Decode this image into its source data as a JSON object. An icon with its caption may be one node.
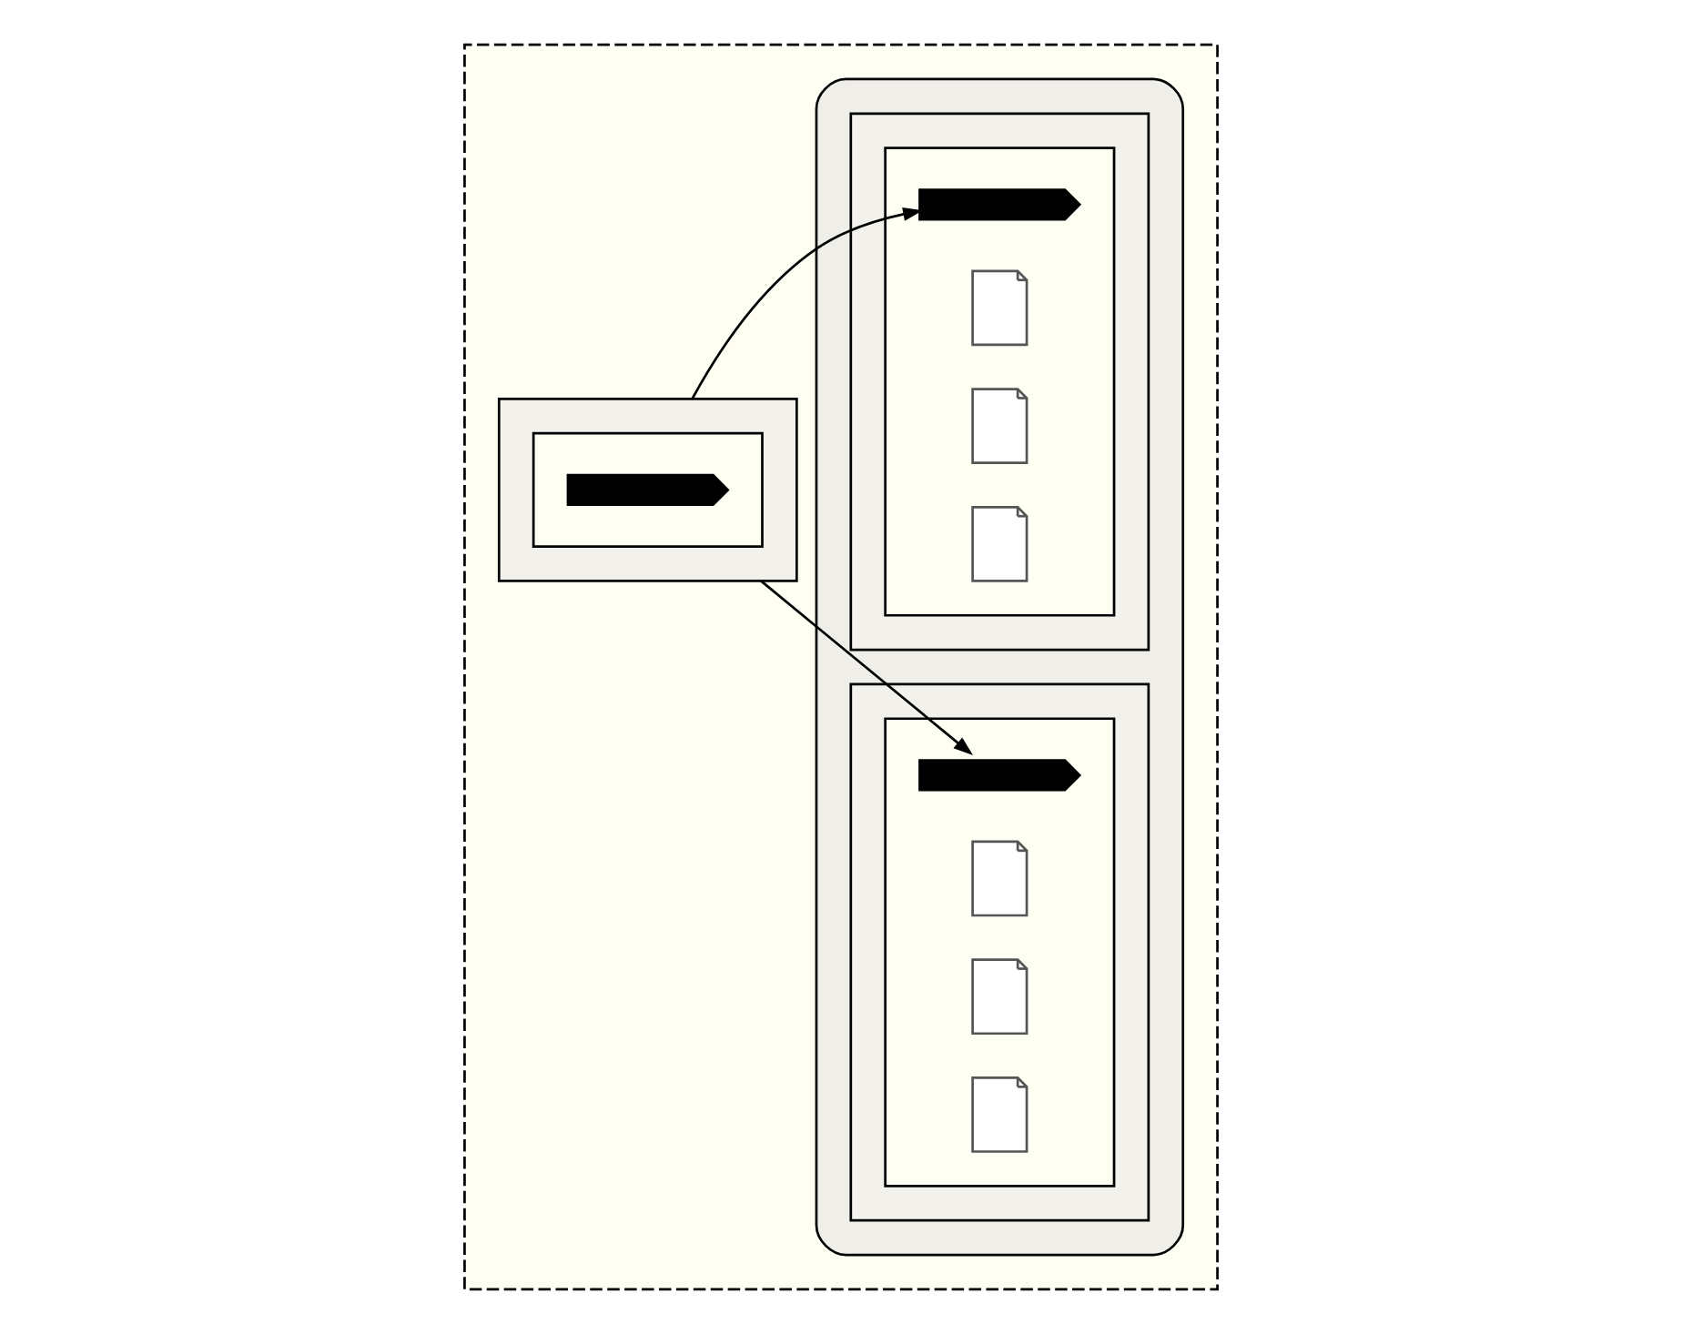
{
  "diagram": {
    "nodes": [
      {
        "text": [],
        "shape": "box"
      },
      {
        "text": [],
        "shape": "box",
        "in": 0
      },
      {
        "text": [],
        "shape": "box",
        "in": 1
      },
      {
        "text": [],
        "shape": "key",
        "in": 2
      },
      {
        "text": [],
        "shape": "cylinder",
        "in": 0
      },
      {
        "text": [],
        "shape": "box",
        "in": 4
      },
      {
        "text": [],
        "shape": "box",
        "in": 5
      },
      {
        "text": [],
        "shape": "key",
        "in": 6
      },
      {
        "text": [],
        "shape": "document",
        "in": 6
      },
      {
        "text": [],
        "shape": "document",
        "in": 6
      },
      {
        "text": [],
        "shape": "document",
        "in": 6
      },
      {
        "text": [],
        "shape": "box",
        "in": 4
      },
      {
        "text": [],
        "shape": "box",
        "in": 11
      },
      {
        "text": [],
        "shape": "key",
        "in": 12
      },
      {
        "text": [],
        "shape": "document",
        "in": 12
      },
      {
        "text": [],
        "shape": "document",
        "in": 12
      },
      {
        "text": [],
        "shape": "document",
        "in": 12
      }
    ],
    "edges": [
      {
        "from": 1,
        "to": 7,
        "arrow": "to"
      },
      {
        "from": 1,
        "to": 13,
        "arrow": "to"
      }
    ]
  }
}
